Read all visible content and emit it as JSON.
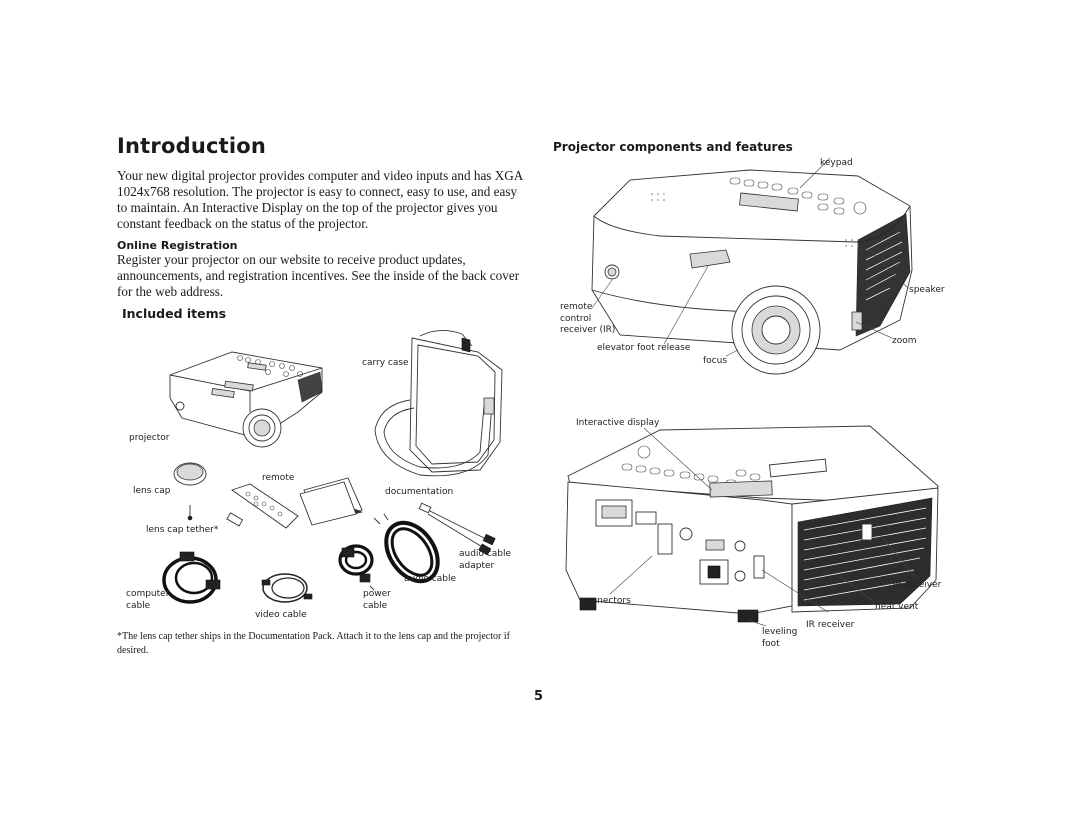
{
  "page": {
    "title": "Introduction",
    "intro_text": "Your new digital projector provides computer and video inputs and has XGA 1024x768 resolution. The projector is easy to connect, easy to use, and easy to maintain. An Interactive Display on the top of the projector gives you constant feedback on the status of the projector.",
    "online_registration": {
      "heading": "Online Registration",
      "text": "Register your projector on our website to receive product updates, announcements, and registration incentives. See the inside of the back cover for the web address."
    },
    "included_items": {
      "heading": "Included items",
      "labels": {
        "carry_case": "carry case",
        "projector": "projector",
        "remote": "remote",
        "lens_cap": "lens cap",
        "documentation": "documentation",
        "lens_cap_tether": "lens cap tether*",
        "audio_cable_adapter_1": "audio cable",
        "audio_cable_adapter_2": "adapter",
        "audio_cable": "audio cable",
        "computer_cable_1": "computer",
        "computer_cable_2": "cable",
        "power_cable_1": "power",
        "power_cable_2": "cable",
        "video_cable": "video cable"
      }
    },
    "footnote": "*The lens cap tether ships in the Documentation Pack. Attach it to the lens cap and the projector if desired.",
    "components": {
      "heading": "Projector components and features",
      "top_labels": {
        "keypad": "keypad",
        "speaker": "speaker",
        "remote_1": "remote",
        "remote_2": "control",
        "remote_3": "receiver (IR)",
        "zoom": "zoom",
        "elevator_foot": "elevator foot release",
        "focus": "focus"
      },
      "back_labels": {
        "interactive_display": "Interactive display",
        "ir_receiver_right": "IR receiver",
        "connectors": "connectors",
        "heat_vent": "heat vent",
        "ir_receiver_bottom": "IR receiver",
        "leveling_1": "leveling",
        "leveling_2": "foot"
      }
    },
    "page_number": "5"
  }
}
